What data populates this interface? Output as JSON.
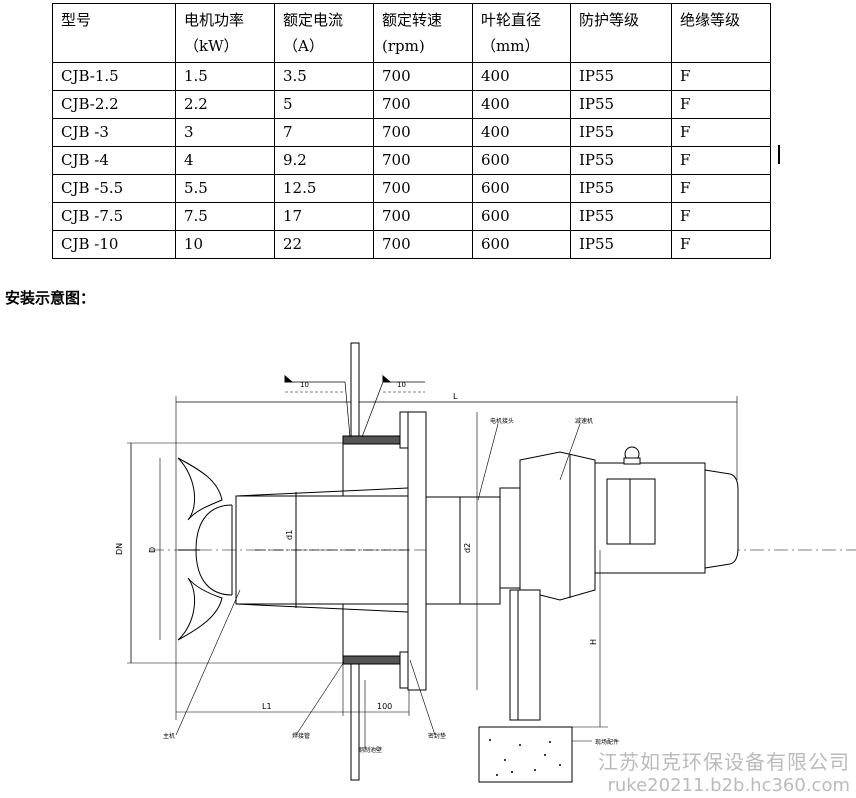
{
  "table": {
    "headers": [
      {
        "line1": "型号",
        "line2": ""
      },
      {
        "line1": "电机功率",
        "line2": "（kW）"
      },
      {
        "line1": "额定电流",
        "line2": "（A）"
      },
      {
        "line1": "额定转速",
        "line2": "(rpm)"
      },
      {
        "line1": "叶轮直径",
        "line2": "（mm）"
      },
      {
        "line1": "防护等级",
        "line2": ""
      },
      {
        "line1": "绝缘等级",
        "line2": ""
      }
    ],
    "rows": [
      [
        "CJB-1.5",
        "1.5",
        "3.5",
        "700",
        "400",
        "IP55",
        "F"
      ],
      [
        "CJB-2.2",
        "2.2",
        "5",
        "700",
        "400",
        "IP55",
        "F"
      ],
      [
        "CJB -3",
        "3",
        "7",
        "700",
        "400",
        "IP55",
        "F"
      ],
      [
        "CJB -4",
        "4",
        "9.2",
        "700",
        "600",
        "IP55",
        "F"
      ],
      [
        "CJB -5.5",
        "5.5",
        "12.5",
        "700",
        "600",
        "IP55",
        "F"
      ],
      [
        "CJB -7.5",
        "7.5",
        "17",
        "700",
        "600",
        "IP55",
        "F"
      ],
      [
        "CJB -10",
        "10",
        "22",
        "700",
        "600",
        "IP55",
        "F"
      ]
    ]
  },
  "caption": "安装示意图：",
  "drawing": {
    "dim_L": "L",
    "dim_L1": "L1",
    "dim_100": "100",
    "dim_DN": "DN",
    "dim_D": "D",
    "dim_d1": "d1",
    "dim_d2": "d2",
    "dim_H": "H",
    "weld_1": "10",
    "weld_2": "10",
    "label_motor_junction": "电机接头",
    "label_reducer": "减速机",
    "label_main": "主机",
    "label_tube": "焊接管",
    "label_wall": "钢制池壁",
    "label_flange": "密封垫",
    "label_site": "现场配件"
  },
  "watermark": {
    "line1": "江苏如克环保设备有限公司",
    "line2": "ruke20211.b2b.hc360.com"
  }
}
